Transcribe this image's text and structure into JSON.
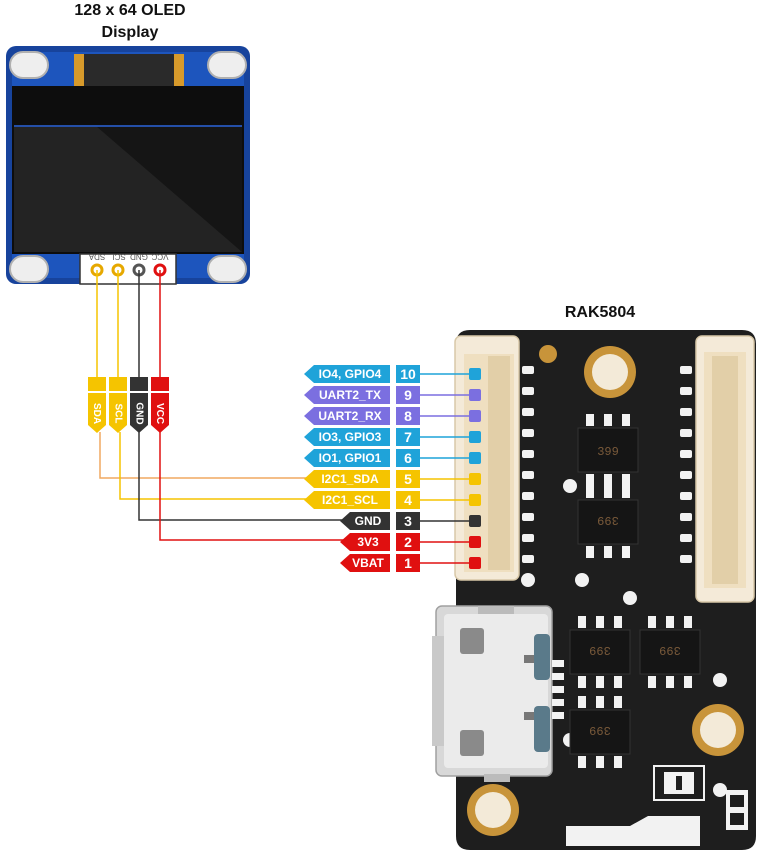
{
  "oled": {
    "title_line1": "128 x 64 OLED",
    "title_line2": "Display",
    "header_pins": [
      "SDA",
      "SCL",
      "GND",
      "VCC"
    ],
    "wire_tags": [
      {
        "label": "SDA",
        "color": "#f5c400",
        "text_color": "#ffffff"
      },
      {
        "label": "SCL",
        "color": "#f5c400",
        "text_color": "#ffffff"
      },
      {
        "label": "GND",
        "color": "#333333",
        "text_color": "#ffffff"
      },
      {
        "label": "VCC",
        "color": "#e01010",
        "text_color": "#ffffff"
      }
    ]
  },
  "rak": {
    "title": "RAK5804",
    "chip_marking": "399"
  },
  "pins": [
    {
      "label": "IO4, GPIO4",
      "num": "10",
      "color": "#1fa3d9"
    },
    {
      "label": "UART2_TX",
      "num": "9",
      "color": "#7b6fe0"
    },
    {
      "label": "UART2_RX",
      "num": "8",
      "color": "#7b6fe0"
    },
    {
      "label": "IO3, GPIO3",
      "num": "7",
      "color": "#1fa3d9"
    },
    {
      "label": "IO1, GPIO1",
      "num": "6",
      "color": "#1fa3d9"
    },
    {
      "label": "I2C1_SDA",
      "num": "5",
      "color": "#f5c400"
    },
    {
      "label": "I2C1_SCL",
      "num": "4",
      "color": "#f5c400"
    },
    {
      "label": "GND",
      "num": "3",
      "color": "#333333"
    },
    {
      "label": "3V3",
      "num": "2",
      "color": "#e01010"
    },
    {
      "label": "VBAT",
      "num": "1",
      "color": "#e01010"
    }
  ],
  "wire_colors": {
    "sda": "#f0a860",
    "scl": "#f5c400",
    "gnd": "#333333",
    "vcc": "#e01010"
  }
}
